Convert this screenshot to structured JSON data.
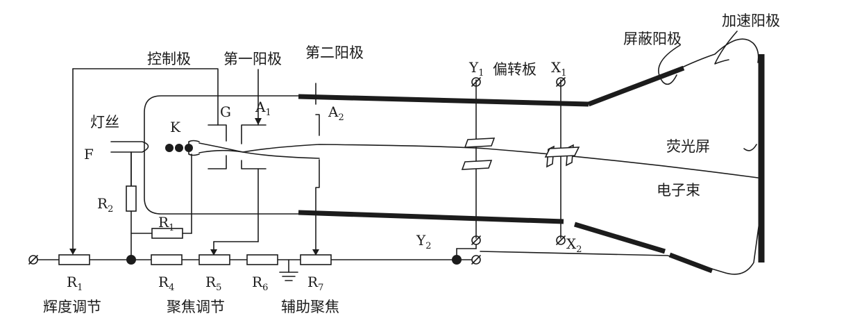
{
  "labels": {
    "control_grid": "控制极",
    "first_anode": "第一阳极",
    "second_anode": "第二阳极",
    "deflection_plates": "偏转板",
    "shield_anode": "屏蔽阳极",
    "accel_anode": "加速阳极",
    "filament": "灯丝",
    "phosphor_screen": "荧光屏",
    "electron_beam": "电子束",
    "brightness_adjust": "辉度调节",
    "focus_adjust": "聚焦调节",
    "aux_focus": "辅助聚焦"
  },
  "symbols": {
    "f": "F",
    "k": "K",
    "g": "G",
    "a1": "A",
    "a1_sub": "1",
    "a2": "A",
    "a2_sub": "2",
    "y1": "Y",
    "y1_sub": "1",
    "x1": "X",
    "x1_sub": "1",
    "y2": "Y",
    "y2_sub": "2",
    "x2": "X",
    "x2_sub": "2"
  },
  "resistors": {
    "r1": {
      "main": "R",
      "sub": "1"
    },
    "r1_tube": {
      "main": "R",
      "sub": "1"
    },
    "r2": {
      "main": "R",
      "sub": "2"
    },
    "r4": {
      "main": "R",
      "sub": "4"
    },
    "r5": {
      "main": "R",
      "sub": "5"
    },
    "r6": {
      "main": "R",
      "sub": "6"
    },
    "r7": {
      "main": "R",
      "sub": "7"
    }
  }
}
